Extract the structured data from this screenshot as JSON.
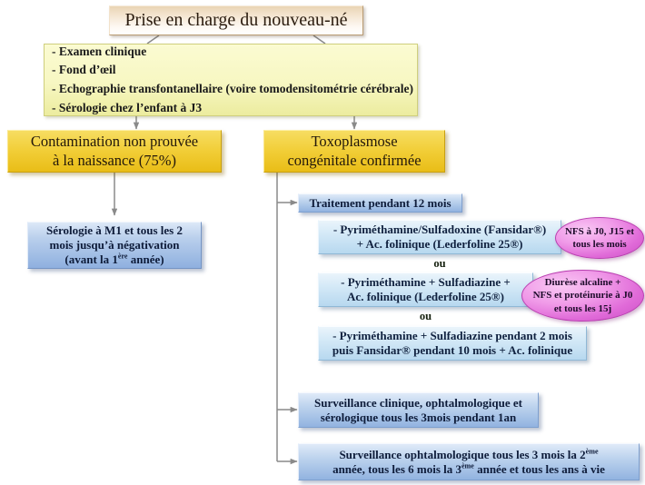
{
  "diagram": {
    "title": "Prise en charge du nouveau-né",
    "language": "fr",
    "exam_box": {
      "lines": [
        "- Examen clinique",
        "- Fond d’œil",
        "- Echographie transfontanellaire (voire tomodensitométrie cérébrale)",
        "- Sérologie chez l’enfant à J3"
      ]
    },
    "branch_left": {
      "line1": "Contamination non prouvée",
      "line2": "à la naissance (75%)"
    },
    "branch_right": {
      "line1": "Toxoplasmose",
      "line2": "congénitale confirmée"
    },
    "left_followup": {
      "line1": "Sérologie à M1 et tous les 2",
      "line2": "mois jusqu’à négativation",
      "line3_pre": "(avant la 1",
      "line3_sup": "ère",
      "line3_post": " année)"
    },
    "treatment_header": "Traitement pendant 12 mois",
    "treatment_options": [
      {
        "line1": "- Pyriméthamine/Sulfadoxine (Fansidar®)",
        "line2": "+ Ac. folinique (Lederfoline 25®)"
      },
      {
        "line1": "- Pyriméthamine + Sulfadiazine +",
        "line2": "Ac. folinique (Lederfoline 25®)"
      },
      {
        "line1": "- Pyriméthamine + Sulfadiazine pendant 2 mois",
        "line2": "puis Fansidar® pendant 10 mois + Ac. folinique"
      }
    ],
    "separators": [
      "ou",
      "ou"
    ],
    "callouts": [
      {
        "name": "nfs-monitoring",
        "lines": [
          "NFS à J0, J15 et",
          "tous les mois"
        ]
      },
      {
        "name": "diuresis-monitoring",
        "lines": [
          "Diurèse alcaline +",
          "NFS et protéinurie à J0",
          "et tous les 15j"
        ]
      }
    ],
    "surveillance_1": {
      "line1": "Surveillance clinique, ophtalmologique et",
      "line2": "sérologique tous les 3mois pendant 1an"
    },
    "surveillance_2": {
      "line1_pre": "Surveillance ophtalmologique tous les 3 mois la 2",
      "line1_sup": "ème",
      "line2_pre": "année, tous les 6 mois la 3",
      "line2_sup": "ème",
      "line2_post": " année et tous les ans à vie"
    },
    "colors": {
      "title_fill": "#f3e3cd",
      "exam_fill": "#f7f7c2",
      "branch_fill": "#f2cf3a",
      "treatment_fill": "#c6dcf2",
      "surveillance_fill": "#bed4ee",
      "callout_fill": "#e06ad8",
      "connector": "#808080"
    }
  }
}
